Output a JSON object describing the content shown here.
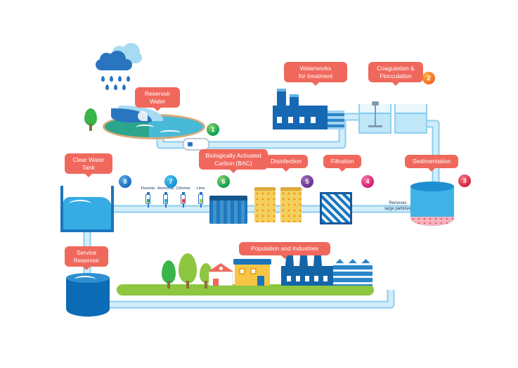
{
  "tags": {
    "reservoir_water": "Reservoir\nWater",
    "waterworks": "Waterworks\nfor treatment",
    "coagulation": "Coagulation &\nFlocculation",
    "sedimentation": "Sedimentation",
    "filtration": "Filtration",
    "disinfection": "Disinfection",
    "bac": "Biologically Activated\nCarbon (BAC)",
    "clear_water_tank": "Clear Water\nTank",
    "service_reservoir": "Service\nReservoir",
    "population": "Population and Industries"
  },
  "badges": [
    {
      "num": "1",
      "color": "#009d4e"
    },
    {
      "num": "2",
      "color": "#f26522"
    },
    {
      "num": "3",
      "color": "#d41f3c"
    },
    {
      "num": "4",
      "color": "#d6156c"
    },
    {
      "num": "5",
      "color": "#662d91"
    },
    {
      "num": "6",
      "color": "#009d4e"
    },
    {
      "num": "7",
      "color": "#0d8fd6"
    },
    {
      "num": "8",
      "color": "#1565c0"
    }
  ],
  "chemicals": [
    {
      "name": "Fluoride",
      "color": "#2bb34b"
    },
    {
      "name": "Ammonia",
      "color": "#29abe2"
    },
    {
      "name": "Chlorine",
      "color": "#ee3e4c"
    },
    {
      "name": "Lime",
      "color": "#b5cc34"
    }
  ],
  "annotations": {
    "removes_large_particles": "Removes\nlarge particles"
  },
  "colors": {
    "tag_background": "#f0685c",
    "pipe_outer": "#8bcdee",
    "pipe_inner": "#d3edfa",
    "water_blue": "#35ace4",
    "dark_blue": "#1465a8",
    "ground_green": "#8dc63f"
  }
}
